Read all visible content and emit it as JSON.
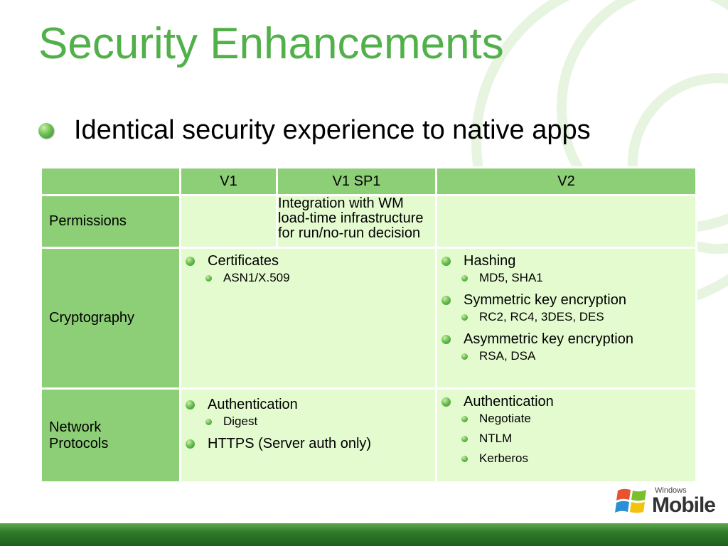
{
  "title": "Security Enhancements",
  "bullet": "Identical security experience to native apps",
  "table": {
    "headers": [
      "",
      "V1",
      "V1 SP1",
      "V2"
    ],
    "rows": {
      "permissions": {
        "label": "Permissions",
        "sp1_text": "Integration with WM load-time infrastructure for run/no-run decision"
      },
      "cryptography": {
        "label": "Cryptography",
        "v1": [
          {
            "text": "Certificates",
            "subs": [
              "ASN1/X.509"
            ]
          }
        ],
        "v2": [
          {
            "text": "Hashing",
            "subs": [
              "MD5, SHA1"
            ]
          },
          {
            "text": "Symmetric key encryption",
            "subs": [
              "RC2, RC4, 3DES, DES"
            ]
          },
          {
            "text": "Asymmetric key encryption",
            "subs": [
              "RSA, DSA"
            ]
          }
        ]
      },
      "network": {
        "label_line1": "Network",
        "label_line2": "Protocols",
        "v1": [
          {
            "text": "Authentication",
            "subs": [
              "Digest"
            ]
          },
          {
            "text": "HTTPS (Server auth only)",
            "subs": []
          }
        ],
        "v2": [
          {
            "text": "Authentication",
            "subs": [
              "Negotiate",
              "NTLM",
              "Kerberos"
            ]
          }
        ]
      }
    }
  },
  "logo": {
    "small": "Windows",
    "big": "Mobile",
    "icon": "windows-flag-icon"
  },
  "colors": {
    "title": "#52b04a",
    "header_fill": "#8dcf77",
    "cell_fill": "#e4fbd0",
    "bar": "#2f7a2a"
  }
}
